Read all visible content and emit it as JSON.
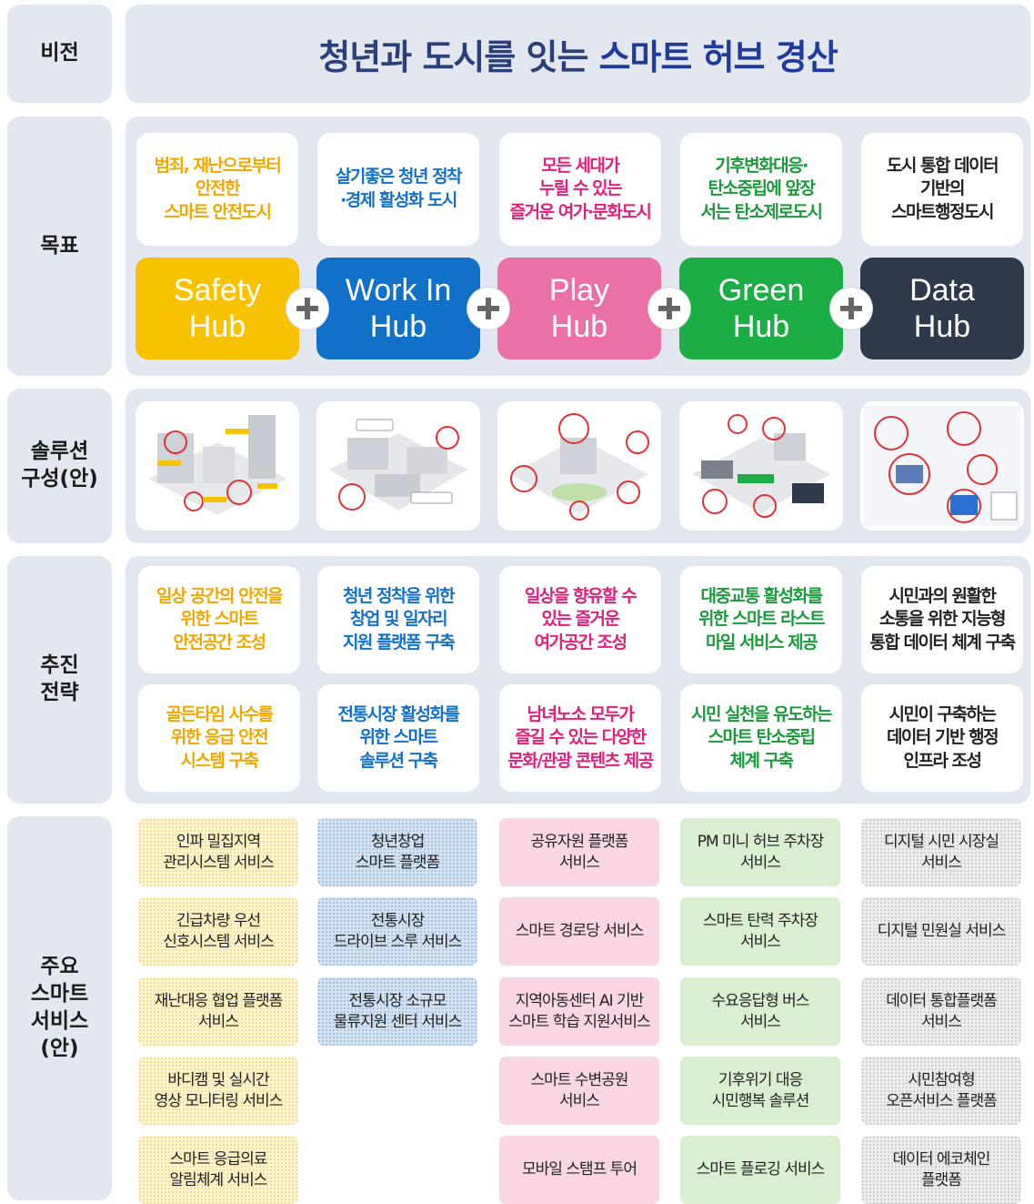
{
  "labels": {
    "vision": "비전",
    "goal": "목표",
    "solution": "솔루션\n구성(안)",
    "strategy": "추진\n전략",
    "services": "주요\n스마트\n서비스\n(안)"
  },
  "vision": {
    "title_main": "청년과 도시를 잇는",
    "title_accent": "스마트 허브 경산"
  },
  "colors": {
    "safety": "#f9c200",
    "workin": "#1170c8",
    "play": "#ea70a5",
    "green": "#1dad45",
    "data": "#2e3a4b",
    "panel": "#e3e7ef"
  },
  "goals": [
    "범죄, 재난으로부터\n안전한\n스마트 안전도시",
    "살기좋은 청년 정착\n·경제 활성화 도시",
    "모든 세대가\n누릴 수 있는\n즐거운 여가·문화도시",
    "기후변화대응·\n탄소중립에 앞장\n서는 탄소제로도시",
    "도시 통합 데이터\n기반의\n스마트행정도시"
  ],
  "hubs": [
    "Safety\nHub",
    "Work In\nHub",
    "Play\nHub",
    "Green\nHub",
    "Data\nHub"
  ],
  "plus_icon": "plus-icon",
  "solutions": [
    "safety-hub-illustration",
    "work-in-hub-illustration",
    "play-hub-illustration",
    "green-hub-illustration",
    "data-hub-illustration"
  ],
  "strategies_row1": [
    "일상 공간의 안전을\n위한 스마트\n안전공간 조성",
    "청년 정착을 위한\n창업 및 일자리\n지원 플랫폼 구축",
    "일상을 향유할 수\n있는 즐거운\n여가공간 조성",
    "대중교통 활성화를\n위한 스마트 라스트\n마일 서비스 제공",
    "시민과의 원활한\n소통을 위한 지능형\n통합 데이터 체계 구축"
  ],
  "strategies_row2": [
    "골든타임 사수를\n위한 응급 안전\n시스템 구축",
    "전통시장 활성화를\n위한 스마트\n솔루션 구축",
    "남녀노소 모두가\n즐길 수 있는 다양한\n문화/관광 콘텐츠 제공",
    "시민 실천을 유도하는\n스마트 탄소중립\n체계 구축",
    "시민이 구축하는\n데이터 기반 행정\n인프라 조성"
  ],
  "services": {
    "safety": [
      "인파 밀집지역\n관리시스템 서비스",
      "긴급차량 우선\n신호시스템 서비스",
      "재난대응 협업 플랫폼\n서비스",
      "바디캠 및 실시간\n영상 모니터링 서비스",
      "스마트 응급의료\n알림체계 서비스"
    ],
    "workin": [
      "청년창업\n스마트 플랫폼",
      "전통시장\n드라이브 스루 서비스",
      "전통시장 소규모\n물류지원 센터 서비스"
    ],
    "play": [
      "공유자원 플랫폼\n서비스",
      "스마트 경로당 서비스",
      "지역아동센터 AI 기반\n스마트 학습 지원서비스",
      "스마트 수변공원\n서비스",
      "모바일 스탬프 투어"
    ],
    "green": [
      "PM 미니 허브 주차장\n서비스",
      "스마트 탄력 주차장\n서비스",
      "수요응답형 버스\n서비스",
      "기후위기 대응\n시민행복 솔루션",
      "스마트 플로깅 서비스"
    ],
    "data": [
      "디지털 시민 시장실\n서비스",
      "디지털 민원실 서비스",
      "데이터 통합플랫폼\n서비스",
      "시민참여형\n오픈서비스 플랫폼",
      "데이터 에코체인\n플랫폼"
    ]
  }
}
